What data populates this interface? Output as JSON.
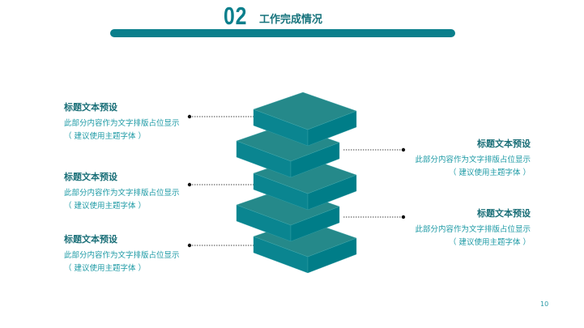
{
  "header": {
    "number": "02",
    "title": "工作完成情况"
  },
  "items": [
    {
      "title": "标题文本预设",
      "body1": "此部分内容作为文字排版占位显示",
      "body2": "（ 建议使用主题字体 ）"
    },
    {
      "title": "标题文本预设",
      "body1": "此部分内容作为文字排版占位显示",
      "body2": "（ 建议使用主题字体 ）"
    },
    {
      "title": "标题文本预设",
      "body1": "此部分内容作为文字排版占位显示",
      "body2": "（ 建议使用主题字体 ）"
    },
    {
      "title": "标题文本预设",
      "body1": "此部分内容作为文字排版占位显示",
      "body2": "（ 建议使用主题字体 ）"
    },
    {
      "title": "标题文本预设",
      "body1": "此部分内容作为文字排版占位显示",
      "body2": "（ 建议使用主题字体 ）"
    }
  ],
  "page_number": "10",
  "colors": {
    "accent": "#0a7f8c",
    "top_face": "#25898a",
    "side_left": "#0a8590",
    "side_right": "#007d88"
  }
}
